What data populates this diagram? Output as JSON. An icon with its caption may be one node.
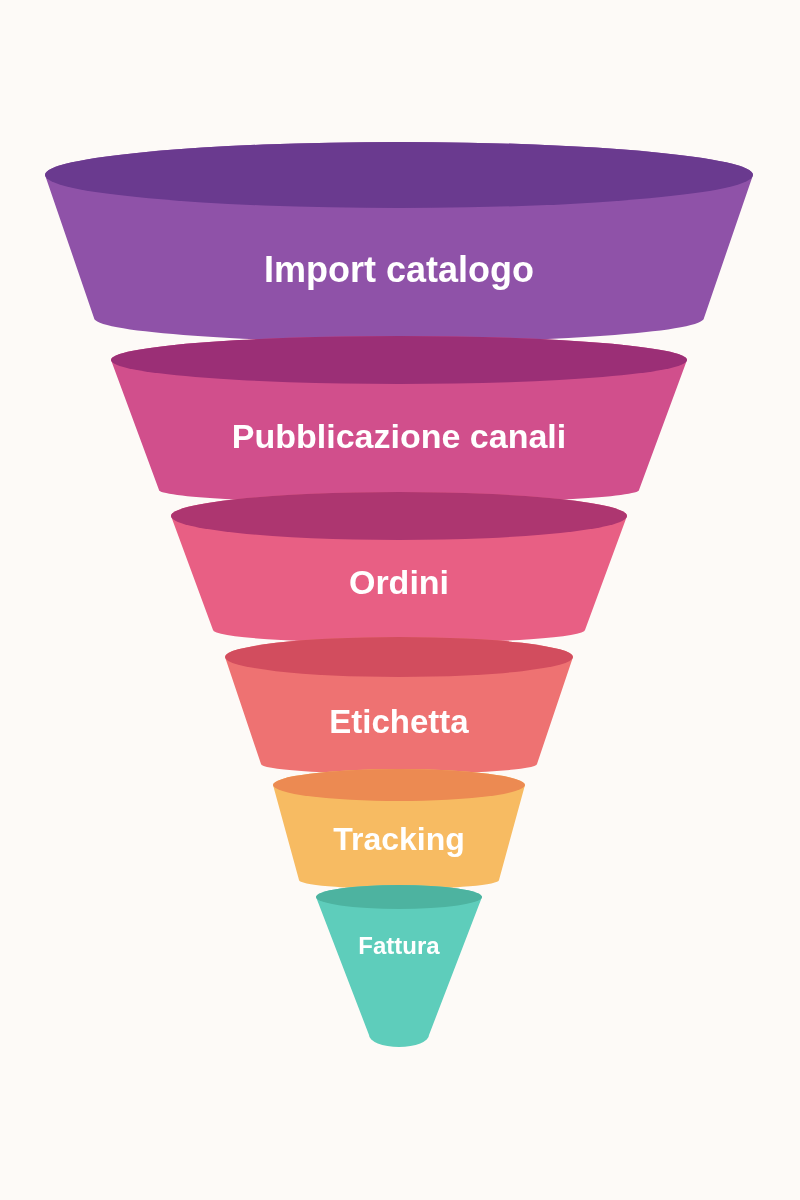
{
  "diagram": {
    "nodes": [
      {
        "text": [
          "Import catalogo"
        ]
      },
      {
        "text": [
          "Pubblicazione canali"
        ]
      },
      {
        "text": [
          "Ordini"
        ]
      },
      {
        "text": [
          "Etichetta"
        ]
      },
      {
        "text": [
          "Tracking"
        ]
      },
      {
        "text": [
          "Fattura"
        ]
      }
    ],
    "edges": []
  }
}
